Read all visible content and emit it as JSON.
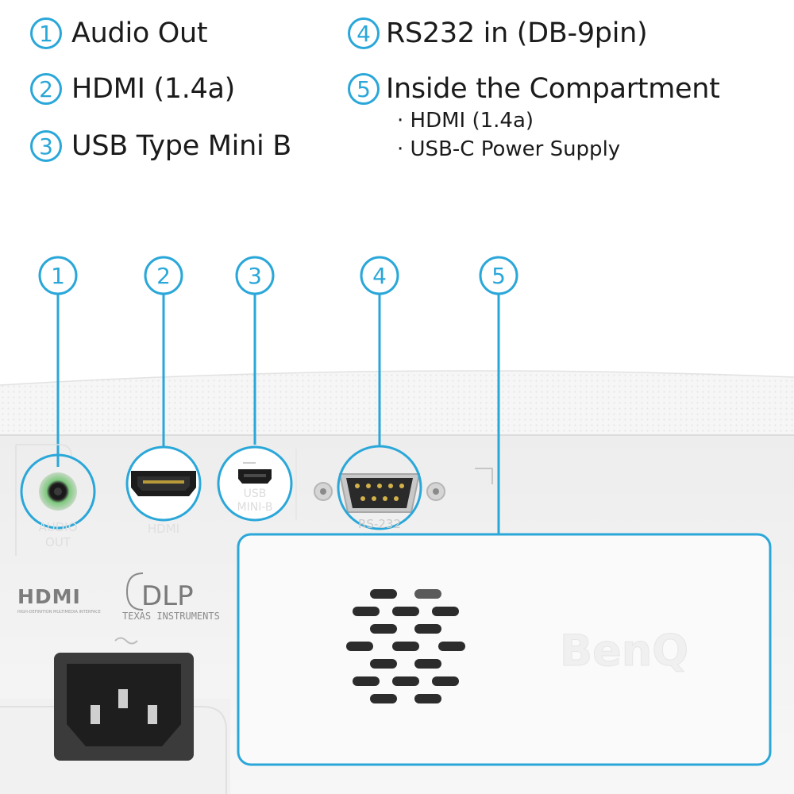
{
  "legend": {
    "items": [
      {
        "number": "1",
        "label": "Audio Out"
      },
      {
        "number": "2",
        "label": "HDMI (1.4a)"
      },
      {
        "number": "3",
        "label": "USB Type Mini B"
      },
      {
        "number": "4",
        "label": "RS232 in (DB-9pin)"
      },
      {
        "number": "5",
        "label": "Inside the Compartment"
      }
    ],
    "compartment_items": [
      "· HDMI (1.4a)",
      "· USB-C Power Supply"
    ]
  },
  "callouts": [
    "1",
    "2",
    "3",
    "4",
    "5"
  ],
  "port_labels": {
    "audio": [
      "AUDIO",
      "OUT"
    ],
    "hdmi": "HDMI",
    "usb": [
      "USB",
      "MINI-B"
    ],
    "rs232": "RS-232"
  },
  "logos": {
    "hdmi": "HDMI",
    "hdmi_tagline": "HIGH-DEFINITION MULTIMEDIA INTERFACE",
    "dlp": "DLP",
    "dlp_maker": "TEXAS INSTRUMENTS",
    "brand": "BenQ"
  },
  "colors": {
    "accent": "#2aa7d9",
    "housing": "#f4f4f4",
    "text": "#1b1b1b"
  }
}
